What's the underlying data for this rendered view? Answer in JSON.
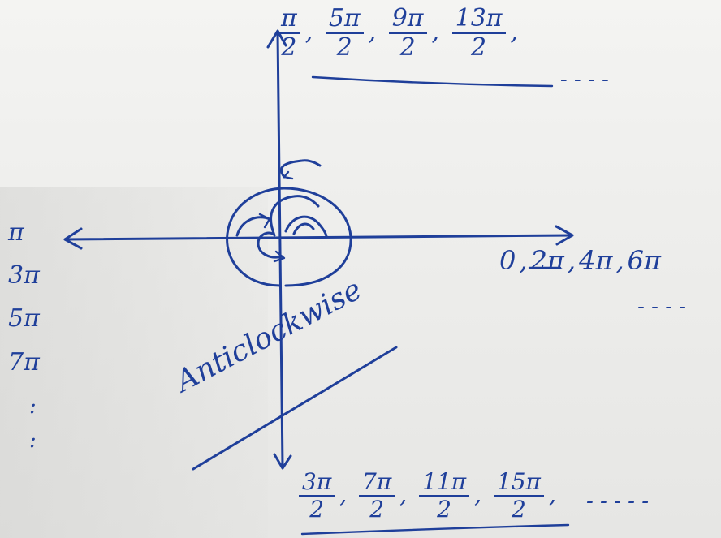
{
  "positive_y_angles": [
    "π/2",
    "5π/2",
    "9π/2",
    "13π/2",
    "----"
  ],
  "positive_y_fracs": [
    {
      "num": "π",
      "den": "2"
    },
    {
      "num": "5π",
      "den": "2"
    },
    {
      "num": "9π",
      "den": "2"
    },
    {
      "num": "13π",
      "den": "2"
    }
  ],
  "positive_y_trailing": "- - - -",
  "negative_y_fracs": [
    {
      "num": "3π",
      "den": "2"
    },
    {
      "num": "7π",
      "den": "2"
    },
    {
      "num": "11π",
      "den": "2"
    },
    {
      "num": "15π",
      "den": "2"
    }
  ],
  "negative_y_trailing": "- - - - -",
  "positive_x_angles": [
    "0",
    "2π",
    "4π",
    "6π"
  ],
  "positive_x_trailing": "- - - -",
  "negative_x_angles": [
    "π",
    "3π",
    "5π",
    "7π"
  ],
  "negative_x_trailing": ":",
  "direction_label": "Anticlockwise",
  "ink_color": "#1f3f9a"
}
